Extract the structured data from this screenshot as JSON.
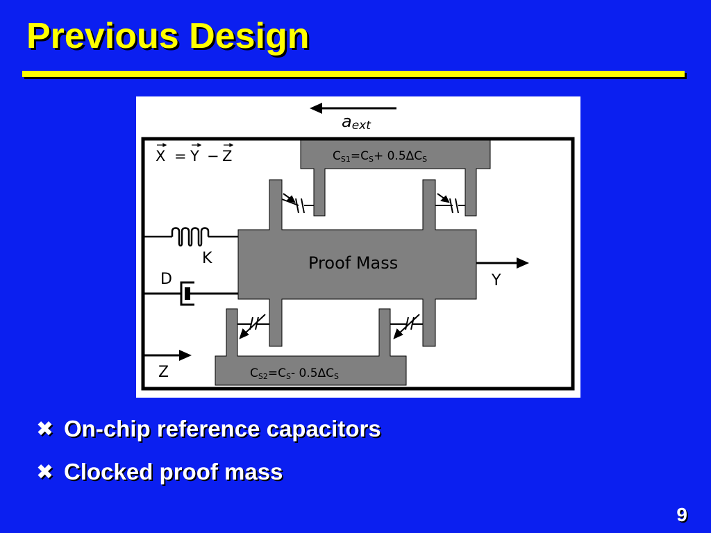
{
  "slide": {
    "title": "Previous Design",
    "page_number": "9"
  },
  "diagram": {
    "acceleration_label": "a",
    "acceleration_subscript": "ext",
    "equation": {
      "x": "X",
      "eq": "=",
      "y": "Y",
      "minus": "−",
      "z": "Z"
    },
    "top_electrode": {
      "c": "C",
      "s1": "S1",
      "eq": "=C",
      "s": "S",
      "rest": "+ 0.5ΔC",
      "s_end": "S"
    },
    "bottom_electrode": {
      "c": "C",
      "s2": "S2",
      "eq": "=C",
      "s": "S",
      "rest": "- 0.5ΔC",
      "s_end": "S"
    },
    "proof_mass_label": "Proof Mass",
    "spring_label": "K",
    "damper_label": "D",
    "y_label": "Y",
    "z_label": "Z"
  },
  "bullets": [
    {
      "mark": "✖",
      "text": "On-chip reference capacitors"
    },
    {
      "mark": "✖",
      "text": "Clocked proof mass"
    }
  ],
  "colors": {
    "background": "#0b1ff0",
    "title": "#ffff00",
    "electrode_gray": "#808080"
  }
}
